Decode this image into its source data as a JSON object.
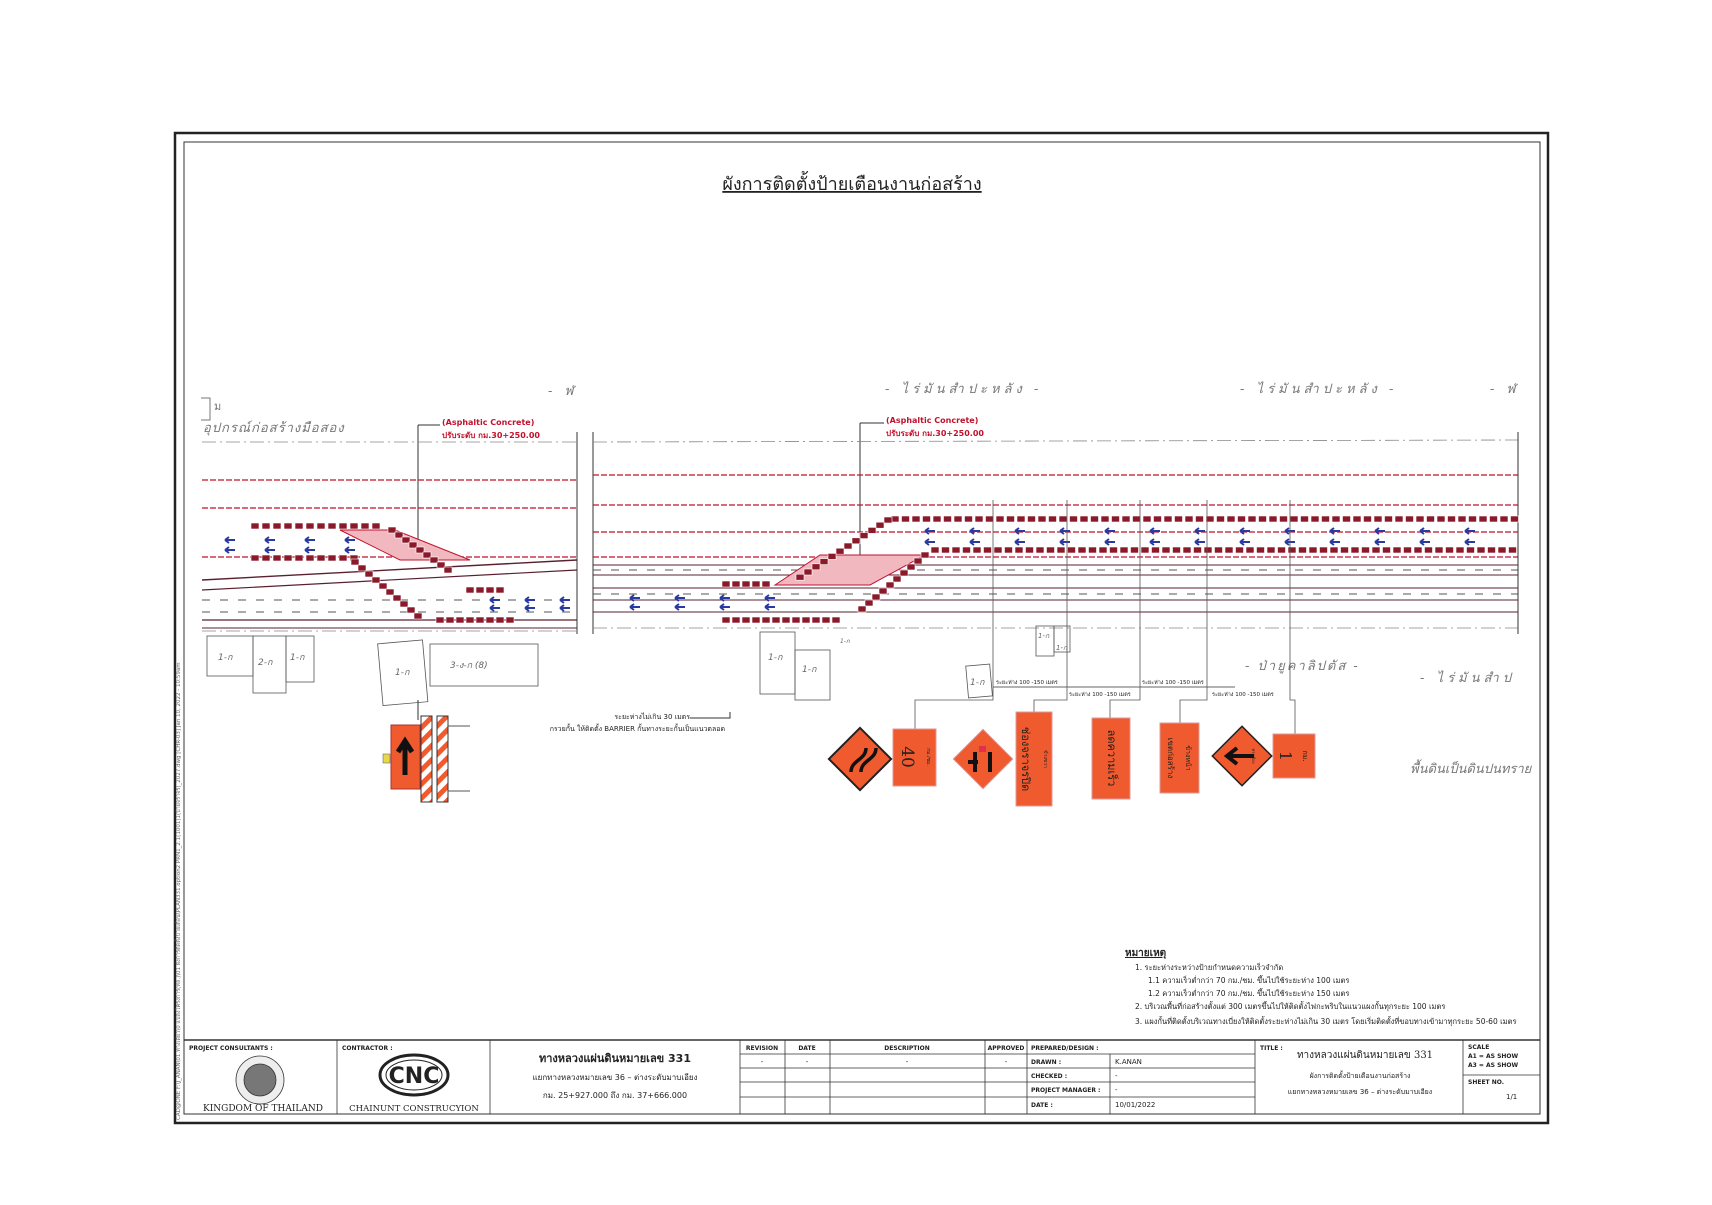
{
  "drawing": {
    "title": "ผังการติดตั้งป้ายเตือนงานก่อสร้าง",
    "side_path": "CAD@ONE F:\\J_ANAN\\01.ทางเดียว\\0 แปลงโครงการ(ทล.)\\01 ผังการติดตั้งป้ายเตือน\\PLAN331.option2 PRN1_2.1(1001)1(ป้ายจราจร)_2027.dwg [CHR-03]  Jan 10, 2022 - 10:59am",
    "annotations": {
      "top_left_mark": "ม",
      "equipment_label": "อุปกรณ์ก่อสร้างมือสอง",
      "mark_a": "- ฬ",
      "no_pole_1": "- ไร่มันสำปะหลัง -",
      "no_pole_2": "- ไร่มันสำปะหลัง -",
      "mark_b": "- ฬ",
      "eucalyptus": "- ป่ายูคาลิปตัส -",
      "cassava": "- ไร่มันสำป",
      "soil": "พื้นดินเป็นดินปนทราย",
      "asphalt_1": "(Asphaltic Concrete)",
      "level_1": "ปรับระดับ กม.30+250.00",
      "asphalt_2": "(Asphaltic Concrete)",
      "level_2": "ปรับระดับ กม.30+250.00",
      "barrier_note_1": "ระยะห่างไม่เกิน 30 เมตร",
      "barrier_note_2": "กรวยกั้น ให้ติดตั้ง BARRIER กั้นทางระยะกั้นเป็นแนวตลอด",
      "spacing": [
        "ระยะห่าง 100 -150 เมตร",
        "ระยะห่าง 100 -150 เมตร",
        "ระยะห่าง 100 -150 เมตร",
        "ระยะห่าง 100 -150 เมตร"
      ],
      "boxes": [
        "1-ก",
        "2-ก",
        "1-ก",
        "1-ก",
        "3-ง-ก (8)",
        "1-ก",
        "1-ก",
        "1-ก",
        "1-ก",
        "1-ก",
        "1-ก"
      ]
    },
    "signs": {
      "speed_value": "40",
      "speed_unit": "กม./ชม.",
      "lane_closed": "ช่องจราจรปิด",
      "lane_closed_sub": "ข้างขวา",
      "slow_down": "ลดความเร็ว",
      "work_ahead": "เขตก่อสร้าง",
      "work_ahead_sub": "ข้างหน้า",
      "detour": "ทางเบี่ยง",
      "distance_value": "1",
      "distance_unit": "กม."
    },
    "colors": {
      "sign_orange": "#ef5a2e",
      "marking_red": "#c0122c",
      "arrow_blue": "#2a3aa0"
    }
  },
  "notes": {
    "heading": "หมายเหตุ",
    "items": [
      "1. ระยะห่างระหว่างป้ายกำหนดความเร็วจำกัด",
      "1.1 ความเร็วต่ำกว่า 70 กม./ชม. ขึ้นไปใช้ระยะห่าง 100 เมตร",
      "1.2 ความเร็วต่ำกว่า 70 กม./ชม. ขึ้นไปใช้ระยะห่าง 150 เมตร",
      "2. บริเวณพื้นที่ก่อสร้างตั้งแต่ 300 เมตรขึ้นไปให้ติดตั้งไฟกะพริบในแนวแผงกั้นทุกระยะ 100 เมตร",
      "3. แผงกั้นที่ติดตั้งบริเวณทางเบี่ยงให้ติดตั้งระยะห่างไม่เกิน 30 เมตร โดยเริ่มติดตั้งที่ขอบทางเข้ามาทุกระยะ 50-60 เมตร"
    ]
  },
  "title_block": {
    "consultant_label": "PROJECT CONSULTANTS :",
    "consultant_name": "KINGDOM OF THAILAND",
    "contractor_label": "CONTRACTOR :",
    "contractor_logo": "CNC",
    "contractor_name": "CHAINUNT CONSTRUCYION",
    "project_line1": "ทางหลวงแผ่นดินหมายเลข 331",
    "project_line2": "แยกทางหลวงหมายเลข 36 – ต่างระดับมาบเอียง",
    "project_line3": "กม. 25+927.000 ถึง กม. 37+666.000",
    "rev_headers": [
      "REVISION",
      "DATE",
      "DESCRIPTION",
      "APPROVED"
    ],
    "rev_row": [
      "-",
      "-",
      "-",
      "-"
    ],
    "prepared_label": "PREPARED/DESIGN :",
    "drawn_label": "DRAWN :",
    "drawn_value": "K.ANAN",
    "checked_label": "CHECKED :",
    "checked_value": "-",
    "pm_label": "PROJECT MANAGER :",
    "pm_value": "-",
    "date_label": "DATE :",
    "date_value": "10/01/2022",
    "title_label": "TITLE :",
    "title_line1": "ทางหลวงแผ่นดินหมายเลข 331",
    "title_line2": "ผังการติดตั้งป้ายเตือนงานก่อสร้าง",
    "title_line3": "แยกทางหลวงหมายเลข 36 – ต่างระดับมาบเอียง",
    "scale_label": "SCALE",
    "scale_a1": "A1 = AS SHOW",
    "scale_a3": "A3 = AS SHOW",
    "sheet_label": "SHEET NO.",
    "sheet_value": "1/1"
  }
}
